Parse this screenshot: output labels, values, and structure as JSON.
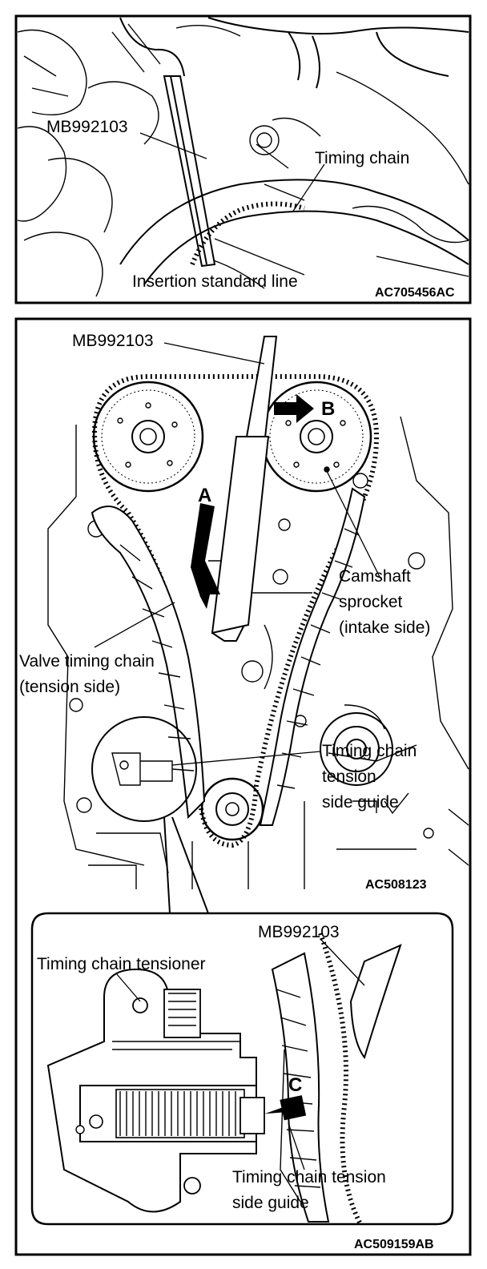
{
  "top_panel": {
    "tool_label": "MB992103",
    "chain_label": "Timing chain",
    "line_label": "Insertion standard line",
    "figure_code": "AC705456AC"
  },
  "middle_panel": {
    "tool_label": "MB992103",
    "arrow_a": "A",
    "arrow_b": "B",
    "sprocket_label": [
      "Camshaft",
      "sprocket",
      "(intake side)"
    ],
    "chain_label": [
      "Valve timing chain",
      "(tension side)"
    ],
    "guide_label": [
      "Timing chain",
      "tension",
      "side guide"
    ],
    "figure_code": "AC508123"
  },
  "bottom_panel": {
    "tool_label": "MB992103",
    "tensioner_label": "Timing chain tensioner",
    "arrow_c": "C",
    "guide_label": [
      "Timing chain tension",
      "side guide"
    ],
    "figure_code": "AC509159AB"
  }
}
